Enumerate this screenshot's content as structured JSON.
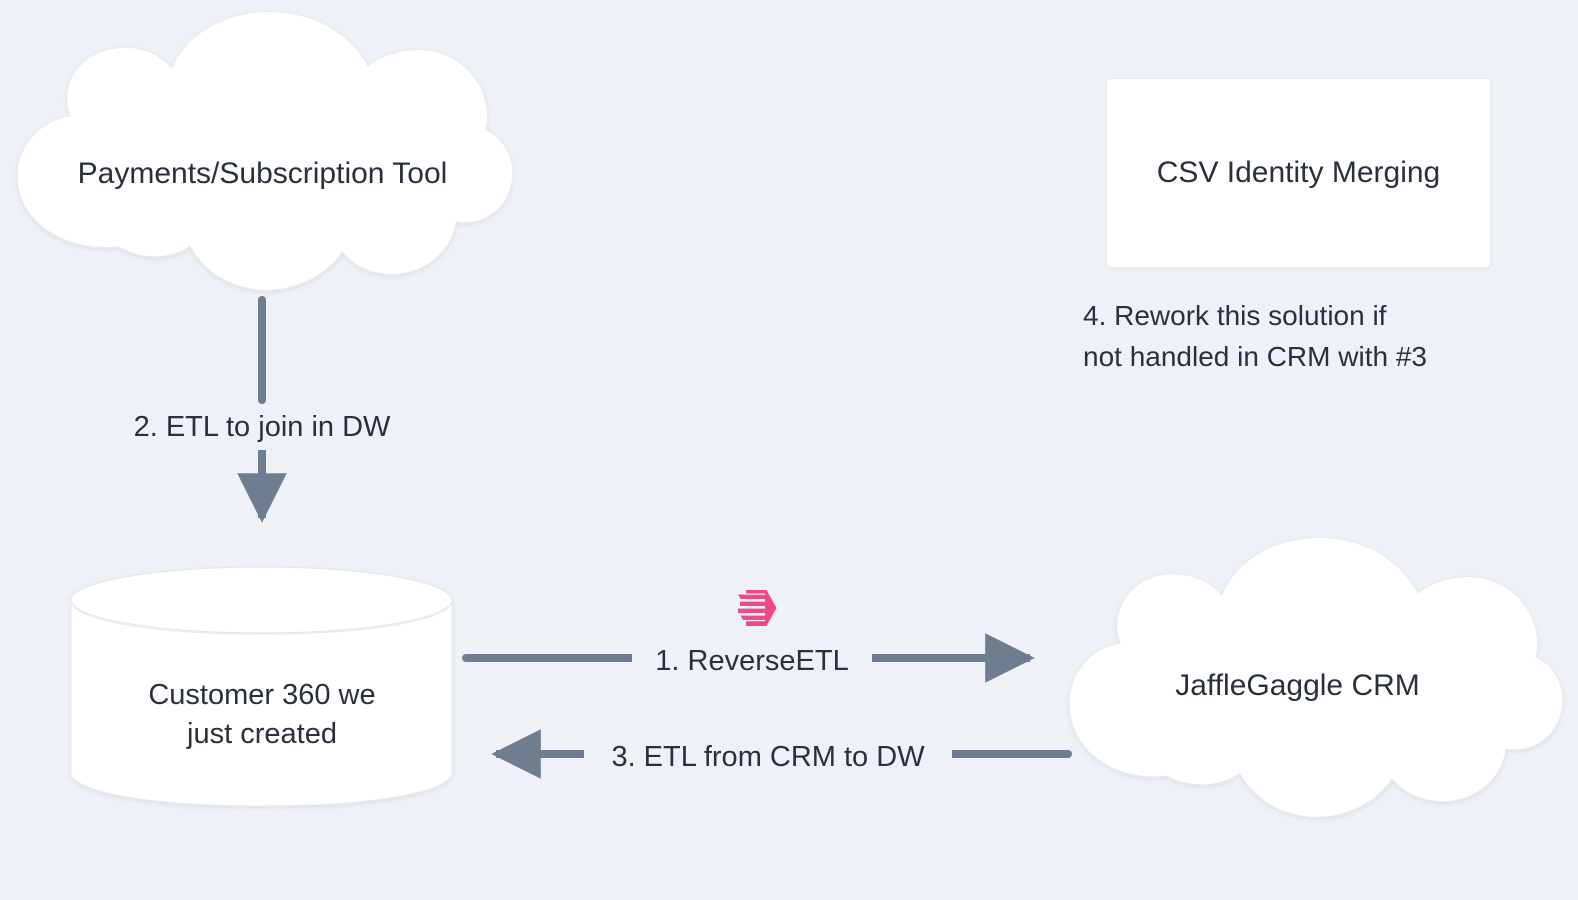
{
  "diagram": {
    "background_color": "#eef1f5",
    "text_color": "#2a313d",
    "arrow_color": "#6f7d90",
    "node_fill": "#ffffff",
    "accent_color": "#ef4a86",
    "nodes": [
      {
        "id": "payments",
        "shape": "cloud",
        "label": "Payments/Subscription Tool"
      },
      {
        "id": "csv_identity",
        "shape": "rectangle",
        "label": "CSV Identity Merging"
      },
      {
        "id": "customer360",
        "shape": "cylinder",
        "label": "Customer 360 we\njust created"
      },
      {
        "id": "crm",
        "shape": "cloud",
        "label": "JaffleGaggle CRM"
      }
    ],
    "edges": [
      {
        "id": "edge-etl-join",
        "from": "payments",
        "to": "customer360",
        "label": "2. ETL to join in DW",
        "direction": "down"
      },
      {
        "id": "edge-reverse-etl",
        "from": "customer360",
        "to": "crm",
        "label": "1. ReverseETL",
        "direction": "right"
      },
      {
        "id": "edge-etl-from-crm",
        "from": "crm",
        "to": "customer360",
        "label": "3. ETL from CRM to DW",
        "direction": "left"
      }
    ],
    "annotations": [
      {
        "id": "rework-note",
        "text": "4. Rework this solution if\nnot handled in CRM with #3"
      }
    ],
    "icons": [
      {
        "id": "dbt-logo",
        "name": "dbt-logo-icon",
        "color": "#ef4a86"
      }
    ]
  }
}
